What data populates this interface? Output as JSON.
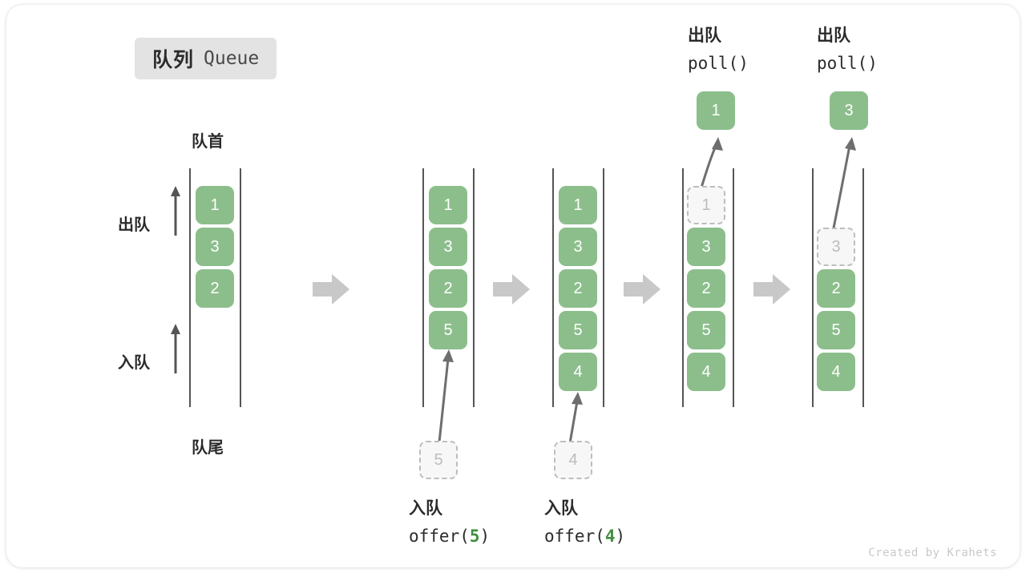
{
  "title": {
    "cn": "队列",
    "en": "Queue"
  },
  "labels": {
    "head": "队首",
    "tail": "队尾",
    "dequeue": "出队",
    "enqueue": "入队"
  },
  "footer": "Created by Krahets",
  "colors": {
    "cell_green": "#8cbe8c",
    "ghost_fill": "#f7f7f7",
    "ghost_border": "#bdbdbd",
    "rail": "#555555",
    "step_arrow": "#c8c8c8",
    "badge_bg": "#e3e3e3",
    "code_num_green": "#3f8f3f",
    "text": "#2b2b2b"
  },
  "icons": {
    "step": "right-arrow-icon",
    "up": "up-arrow-icon",
    "enqueue_flow": "enqueue-arrow-icon",
    "dequeue_flow": "dequeue-arrow-icon"
  },
  "columns": [
    {
      "id": "initial",
      "cells": [
        {
          "value": "1",
          "ghost": false
        },
        {
          "value": "3",
          "ghost": false
        },
        {
          "value": "2",
          "ghost": false
        }
      ],
      "caption_cn": "",
      "caption_code": ""
    },
    {
      "id": "offer-5",
      "cells": [
        {
          "value": "1",
          "ghost": false
        },
        {
          "value": "3",
          "ghost": false
        },
        {
          "value": "2",
          "ghost": false
        },
        {
          "value": "5",
          "ghost": false
        }
      ],
      "incoming": {
        "value": "5"
      },
      "caption_cn": "入队",
      "caption_code_prefix": "offer(",
      "caption_code_num": "5",
      "caption_code_suffix": ")"
    },
    {
      "id": "offer-4",
      "cells": [
        {
          "value": "1",
          "ghost": false
        },
        {
          "value": "3",
          "ghost": false
        },
        {
          "value": "2",
          "ghost": false
        },
        {
          "value": "5",
          "ghost": false
        },
        {
          "value": "4",
          "ghost": false
        }
      ],
      "incoming": {
        "value": "4"
      },
      "caption_cn": "入队",
      "caption_code_prefix": "offer(",
      "caption_code_num": "4",
      "caption_code_suffix": ")"
    },
    {
      "id": "poll-1",
      "cells": [
        {
          "value": "1",
          "ghost": true
        },
        {
          "value": "3",
          "ghost": false
        },
        {
          "value": "2",
          "ghost": false
        },
        {
          "value": "5",
          "ghost": false
        },
        {
          "value": "4",
          "ghost": false
        }
      ],
      "outgoing": {
        "value": "1"
      },
      "header_cn": "出队",
      "header_code": "poll()"
    },
    {
      "id": "poll-3",
      "cells": [
        {
          "value": "3",
          "ghost": true
        },
        {
          "value": "2",
          "ghost": false
        },
        {
          "value": "5",
          "ghost": false
        },
        {
          "value": "4",
          "ghost": false
        }
      ],
      "outgoing": {
        "value": "3"
      },
      "header_cn": "出队",
      "header_code": "poll()"
    }
  ]
}
